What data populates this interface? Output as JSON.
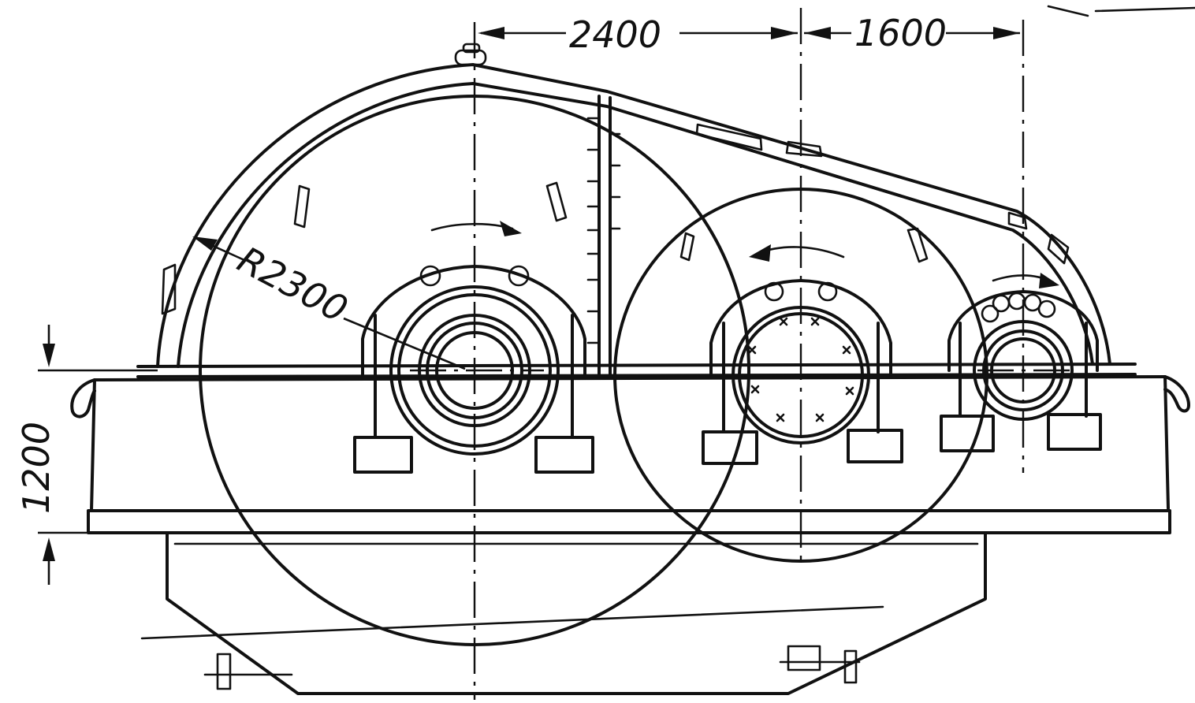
{
  "labels": {
    "spacing_left": "2400",
    "spacing_right": "1600",
    "radius": "R2300",
    "height": "1200"
  }
}
